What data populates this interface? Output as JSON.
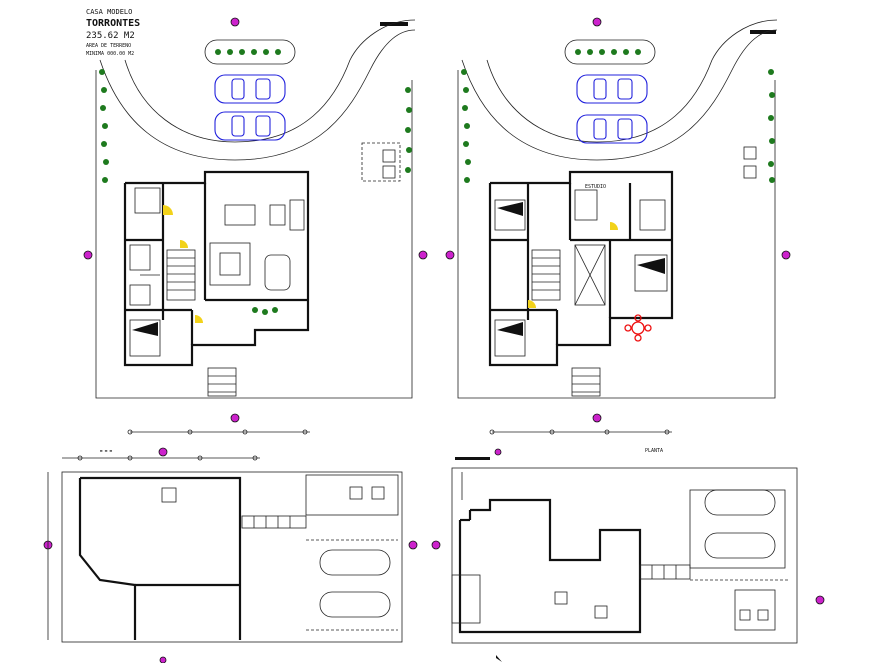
{
  "title_block": {
    "line1": "CASA MODELO",
    "line2": "TORRONTES",
    "line3": "235.62 M2",
    "line4": "AREA DE TERRENO",
    "line5": "MINIMA 000.00 M2"
  },
  "plans": {
    "upper_right_room_label": "ESTUDIO",
    "lower_right_label": "PLANTA"
  },
  "colors": {
    "car_outline": "#2222dd",
    "vegetation": "#1e7a1e",
    "section_marker": "#cc22cc",
    "door_swing": "#f2d21a",
    "lines": "#111111"
  },
  "icons": [
    "car-icon",
    "plant-icon",
    "section-marker-icon",
    "north-arrow-icon",
    "bed-icon",
    "stair-icon"
  ]
}
